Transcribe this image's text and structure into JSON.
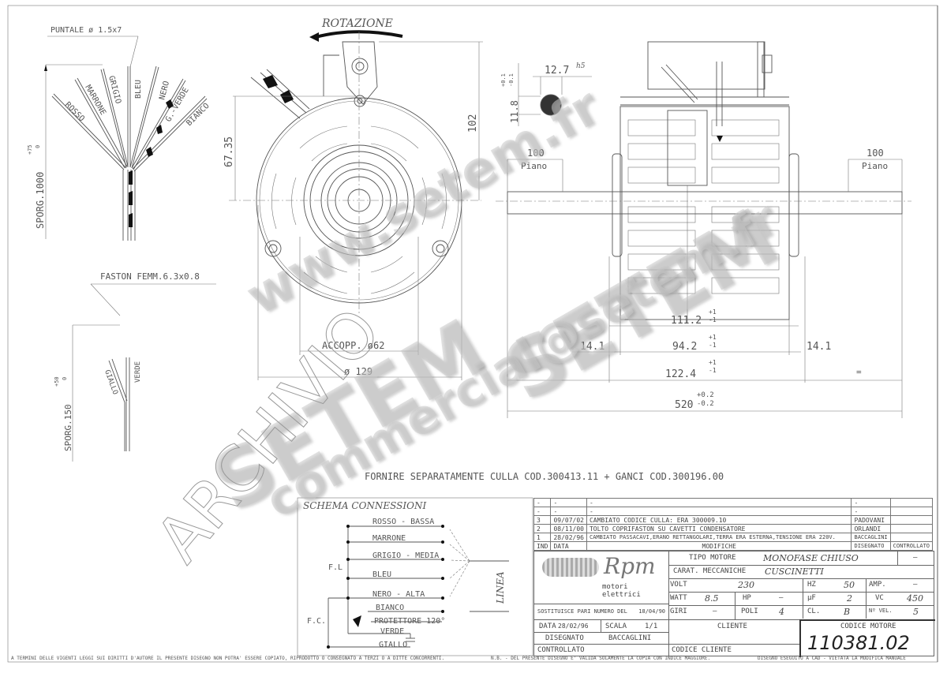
{
  "drawing": {
    "wires_top": {
      "terminal_note": "PUNTALE ø 1.5x7",
      "lead_length": "SPORG.1000",
      "lead_tol_upper": "+75",
      "lead_tol_lower": "0",
      "wires": [
        "ROSSO",
        "MARRONE",
        "GRIGIO",
        "BLEU",
        "NERO",
        "G.-VERDE",
        "BIANCO"
      ]
    },
    "wires_bottom": {
      "connector_note": "FASTON FEMM.6.3x0.8",
      "lead_length": "SPORG.150",
      "lead_tol_upper": "+50",
      "lead_tol_lower": "0",
      "wires": [
        "GIALLO",
        "VERDE"
      ]
    },
    "front_view": {
      "rotation_label": "ROTAZIONE",
      "dim_height_bracket": "102",
      "dim_height_center": "67.35",
      "dim_coupling": "ACCOPP. ø62",
      "dim_diameter": "ø 129"
    },
    "shaft_section": {
      "width": "12.7",
      "fit": "h5",
      "flat": "11.8",
      "flat_tol_upper": "+0.1",
      "flat_tol_lower": "-0.1"
    },
    "side_view": {
      "flat_left": "100",
      "flat_left_label": "Piano",
      "flat_right": "100",
      "flat_right_label": "Piano",
      "dim_111": "111.2",
      "dim_94": "94.2",
      "dim_122": "122.4",
      "tol_plus": "+1",
      "tol_minus": "-1",
      "dim_14_left": "14.1",
      "dim_14_right": "14.1",
      "dim_equal": "=",
      "dim_total": "520",
      "total_tol_upper": "+0.2",
      "total_tol_lower": "-0.2"
    },
    "supply_note": "FORNIRE SEPARATAMENTE CULLA COD.300413.11 + GANCI COD.300196.00"
  },
  "schema": {
    "title": "SCHEMA CONNESSIONI",
    "lines": [
      "ROSSO - BASSA",
      "MARRONE",
      "GRIGIO - MEDIA",
      "BLEU",
      "NERO - ALTA",
      "BIANCO",
      "PROTETTORE 120°",
      "VERDE",
      "GIALLO"
    ],
    "fl_label": "F.L",
    "fc_label": "F.C.",
    "linea_label": "LINEA"
  },
  "revisions": {
    "rows": [
      {
        "ind": "-",
        "data": "-",
        "desc": "-",
        "disegnato": "-",
        "controllato": ""
      },
      {
        "ind": "-",
        "data": "-",
        "desc": "-",
        "disegnato": "-",
        "controllato": ""
      },
      {
        "ind": "3",
        "data": "09/07/02",
        "desc": "CAMBIATO CODICE CULLA: ERA 300009.10",
        "disegnato": "PADOVANI",
        "controllato": ""
      },
      {
        "ind": "2",
        "data": "08/11/00",
        "desc": "TOLTO COPRIFASTON SU CAVETTI CONDENSATORE",
        "disegnato": "ORLANDI",
        "controllato": ""
      },
      {
        "ind": "1",
        "data": "28/02/96",
        "desc": "CAMBIATO PASSACAVI,ERANO RETTANGOLARI,TERRA ERA ESTERNA,TENSIONE ERA 220V.",
        "disegnato": "BACCAGLINI",
        "controllato": ""
      }
    ],
    "header": {
      "ind": "IND",
      "data": "DATA",
      "desc": "MODIFICHE",
      "disegnato": "DISEGNATO",
      "controllato": "CONTROLLATO"
    }
  },
  "title_block": {
    "brand": "Rpm",
    "brand_sub": "motori elettrici",
    "tipo_motore_label": "TIPO MOTORE",
    "tipo_motore": "MONOFASE CHIUSO",
    "tipo_motore_extra": "—",
    "carat_label": "CARAT. MECCANICHE",
    "carat": "CUSCINETTI",
    "volt_label": "VOLT",
    "volt": "230",
    "hz_label": "HZ",
    "hz": "50",
    "amp_label": "AMP.",
    "amp": "—",
    "watt_label": "WATT",
    "watt": "8.5",
    "hp_label": "HP",
    "hp": "—",
    "uf_label": "µF",
    "uf": "2",
    "vc_label": "VC",
    "vc": "450",
    "giri_label": "GIRI",
    "giri": "—",
    "poli_label": "POLI",
    "poli": "4",
    "cl_label": "CL.",
    "cl": "B",
    "nvel_label": "Nº VEL.",
    "nvel": "5",
    "sostituisce_label": "SOSTITUISCE PARI NUMERO DEL",
    "sostituisce_date": "18/04/90",
    "data_label": "DATA",
    "data": "28/02/96",
    "scala_label": "SCALA",
    "scala": "1/1",
    "disegnato_label": "DISEGNATO",
    "disegnato": "BACCAGLINI",
    "controllato_label": "CONTROLLATO",
    "cliente_label": "CLIENTE",
    "codice_cliente_label": "CODICE CLIENTE",
    "codice_motore_label": "CODICE MOTORE",
    "codice_motore": "110381.02"
  },
  "footer": {
    "copyright": "A TERMINI DELLE VIGENTI LEGGI SUI DIRITTI D'AUTORE IL PRESENTE DISEGNO NON POTRA' ESSERE COPIATO, RIPRODOTTO O CONSEGNATO A TERZI O A DITTE CONCORRENTI.",
    "nb": "N.B. - DEL PRESENTE DISEGNO E' VALIDA SOLAMENTE LA COPIA CON INDICE MAGGIORE.",
    "cad": "DISEGNO ESEGUITO A CAD - VIETATA LA MODIFICA MANUALE"
  },
  "watermarks": {
    "www": "www.setem.fr",
    "setem1": "SETEM",
    "setem2": "SETEM",
    "email": "commercial@setem.fr",
    "archivio": "ARCHIVIO"
  }
}
